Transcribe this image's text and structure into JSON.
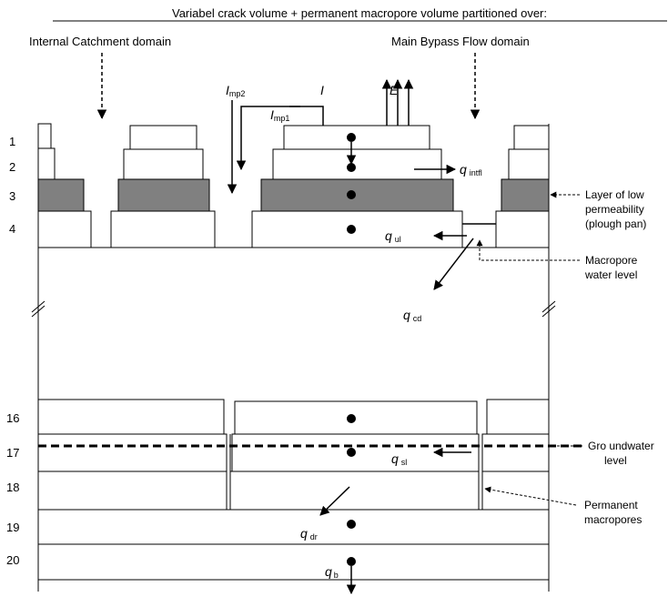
{
  "title": "Variabel crack volume + permanent macropore volume partitioned over:",
  "domains": {
    "internal": "Internal Catchment  domain",
    "bypass": "Main Bypass Flow  domain"
  },
  "fluxes": {
    "imp2": {
      "symbol": "I",
      "sub": "mp2"
    },
    "imp1": {
      "symbol": "I",
      "sub": "mp1"
    },
    "i": {
      "symbol": "I"
    },
    "e": {
      "symbol": "E"
    }
  },
  "layer_numbers": {
    "n1": "1",
    "n2": "2",
    "n3": "3",
    "n4": "4",
    "n16": "16",
    "n17": "17",
    "n18": "18",
    "n19": "19",
    "n20": "20"
  },
  "q_labels": {
    "intfl": {
      "symbol": "q",
      "sub": "intfl"
    },
    "ul": {
      "symbol": "q",
      "sub": "ul"
    },
    "cd": {
      "symbol": "q",
      "sub": "cd"
    },
    "sl": {
      "symbol": "q",
      "sub": "sl"
    },
    "dr": {
      "symbol": "q",
      "sub": "dr"
    },
    "b": {
      "symbol": "q",
      "sub": "b"
    }
  },
  "annotations": {
    "low_perm": [
      "Layer of low",
      "permeability",
      "(plough pan)"
    ],
    "macropore_level": [
      "Macropore",
      "water level"
    ],
    "groundwater": [
      "Gro undwater",
      "level"
    ],
    "permanent": [
      "Permanent",
      "macropores"
    ]
  },
  "colors": {
    "low_permeability_fill": "#808080",
    "line": "#000000",
    "background": "#ffffff"
  }
}
